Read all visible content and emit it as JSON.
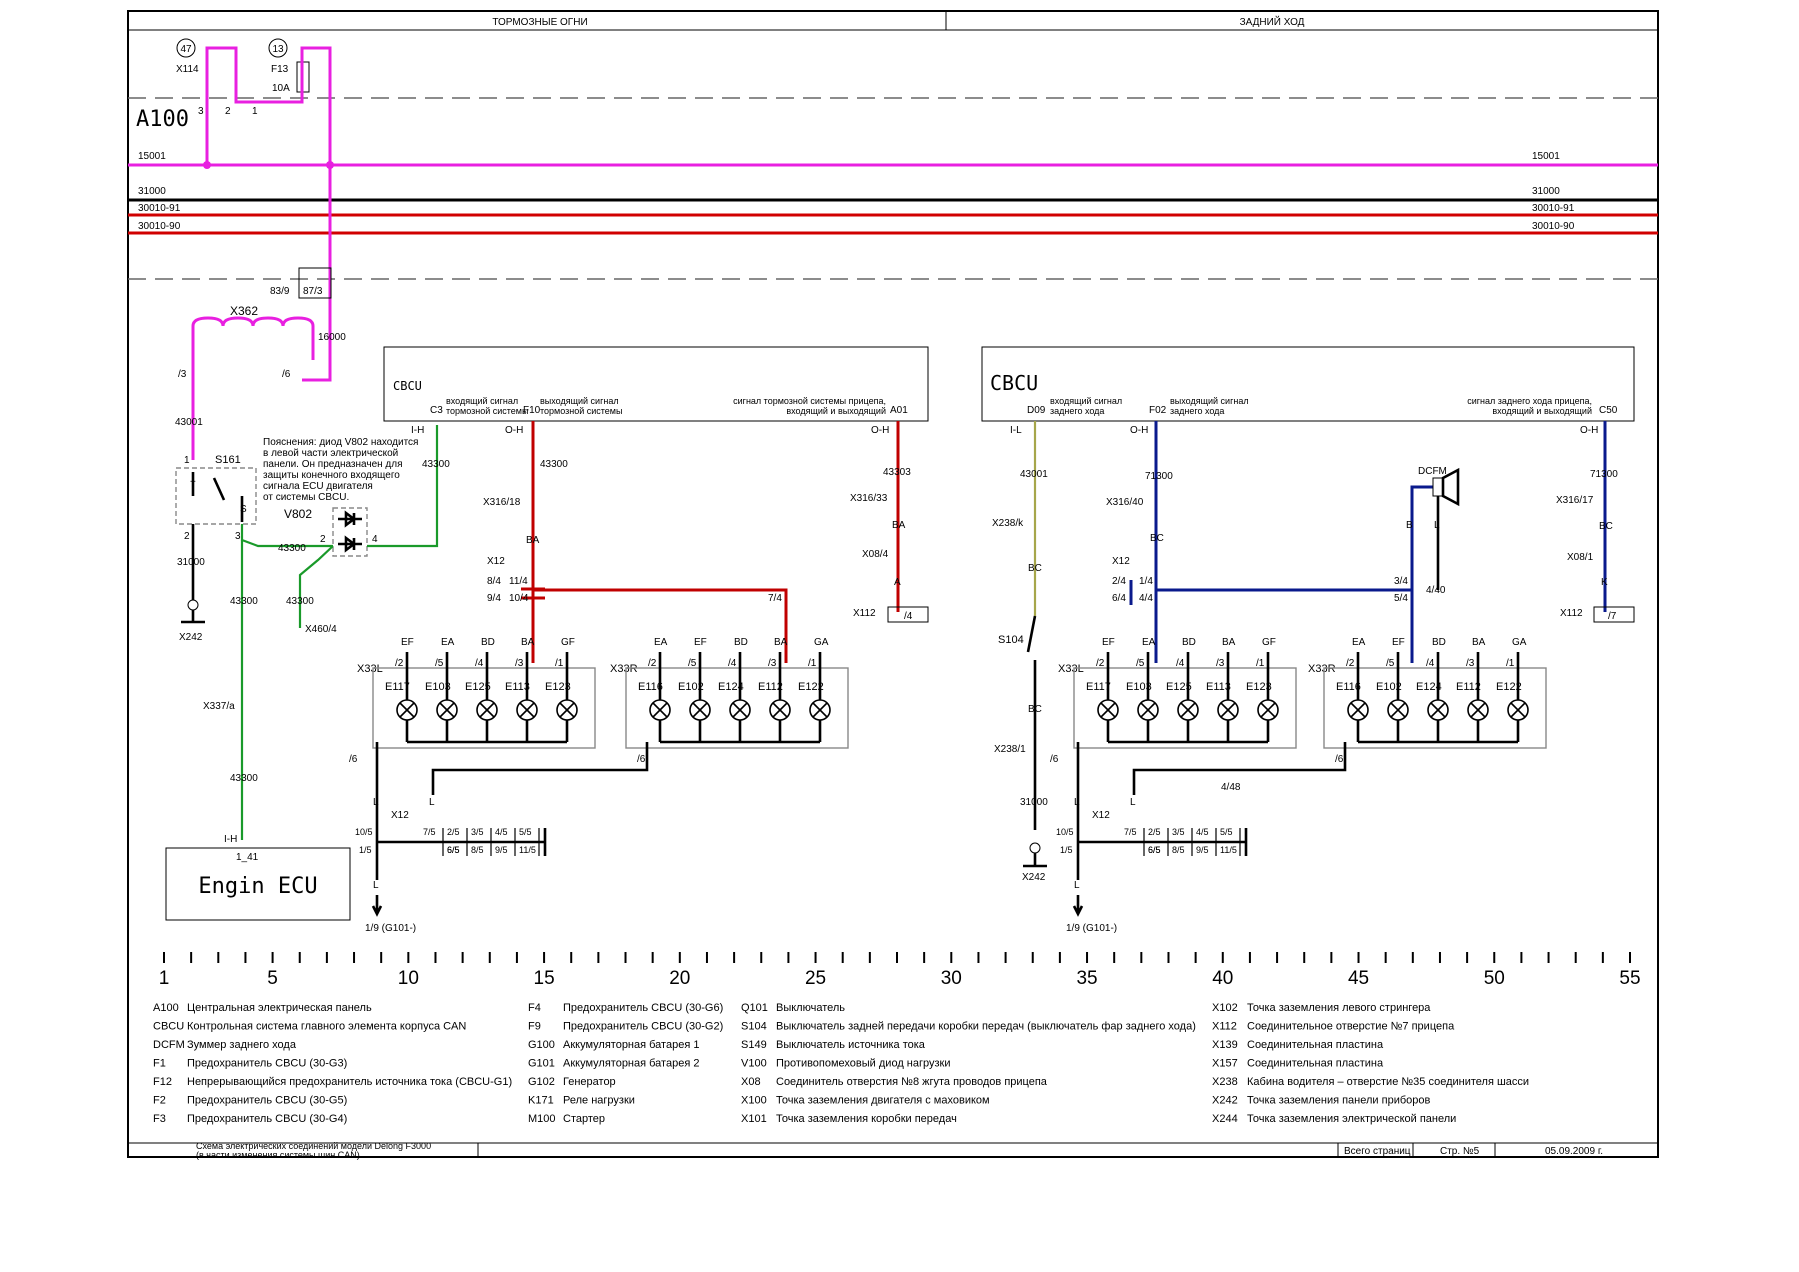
{
  "header": {
    "left_title": "ТОРМОЗНЫЕ ОГНИ",
    "right_title": "ЗАДНИЙ ХОД"
  },
  "top": {
    "x114_num": "47",
    "x114": "X114",
    "f13_num": "13",
    "f13": "F13",
    "f13_rating": "10A",
    "pins": [
      "3",
      "2",
      "1"
    ],
    "a100": "A100",
    "rails": [
      "15001",
      "31000",
      "30010-91",
      "30010-90"
    ],
    "relay_pins": [
      "83/9",
      "87/3"
    ],
    "w16000": "16000",
    "x362": "X362",
    "p3": "/3",
    "p6": "/6"
  },
  "left_side": {
    "w43001": "43001",
    "s161": "S161",
    "pin1": "1",
    "pin2": "2",
    "pin3": "3",
    "plus": "+",
    "s": "S",
    "w31000": "31000",
    "x242": "X242",
    "note": [
      "Пояснения: диод V802 находится",
      "в левой части электрической",
      "панели. Он предназначен для",
      "защиты конечного входящего",
      "сигнала ECU двигателя",
      "от системы CBCU."
    ],
    "v802": "V802",
    "d2": "2",
    "d4": "4",
    "w43300": "43300",
    "x460": "X460/4",
    "x337": "X337/a",
    "ih": "I-H",
    "pin_141": "1_41",
    "engine_ecu": "Engin ECU"
  },
  "cbcu_left": {
    "title": "CBCU",
    "c3": "C3",
    "c3_desc": [
      "входящий сигнал",
      "тормозной системы"
    ],
    "f10": "F10",
    "f10_desc": [
      "выходящий сигнал",
      "тормозной системы"
    ],
    "a01": "A01",
    "a01_desc": [
      "сигнал тормозной системы прицепа,",
      "входящий и выходящий"
    ],
    "ih": "I-H",
    "oh": "O-H",
    "oh2": "O-H",
    "w43300": "43300",
    "x316_18": "X316/18",
    "ba": "BA",
    "x12": "X12",
    "p84": "8/4",
    "p94": "9/4",
    "p114": "11/4",
    "p104": "10/4",
    "p74": "7/4",
    "w43303": "43303",
    "x316_33": "X316/33",
    "ba2": "BA",
    "x08_4": "X08/4",
    "a": "A",
    "x112": "X112",
    "p_4": "/4"
  },
  "cbcu_right": {
    "title": "CBCU",
    "d09": "D09",
    "d09_desc": [
      "входящий сигнал",
      "заднего хода"
    ],
    "f02": "F02",
    "f02_desc": [
      "выходящий сигнал",
      "заднего хода"
    ],
    "c50": "C50",
    "c50_desc": [
      "сигнал заднего хода прицепа,",
      "входящий и выходящий"
    ],
    "il": "I-L",
    "oh": "O-H",
    "oh2": "O-H",
    "w43001": "43001",
    "x238k": "X238/k",
    "bc": "BC",
    "s104": "S104",
    "x238_1": "X238/1",
    "w31000": "31000",
    "x242": "X242",
    "w71300": "71300",
    "x316_40": "X316/40",
    "bc2": "BC",
    "x12": "X12",
    "p24": "2/4",
    "p64": "6/4",
    "p14": "1/4",
    "p44": "4/4",
    "p34": "3/4",
    "p54": "5/4",
    "dcfm": "DCFM",
    "b": "B",
    "l": "L",
    "p440": "4/40",
    "w71300b": "71300",
    "x316_17": "X316/17",
    "bc3": "BC",
    "x08_1": "X08/1",
    "k": "K",
    "x112": "X112",
    "p_7": "/7"
  },
  "lamps": {
    "x33l": "X33L",
    "x33r": "X33R",
    "left_codes": [
      "EF",
      "EA",
      "BD",
      "BA",
      "GF"
    ],
    "left_pins": [
      "/2",
      "/5",
      "/4",
      "/3",
      "/1"
    ],
    "left_names": [
      "E117",
      "E103",
      "E125",
      "E113",
      "E123"
    ],
    "right_codes": [
      "EA",
      "EF",
      "BD",
      "BA",
      "GA"
    ],
    "right_pins": [
      "/2",
      "/5",
      "/4",
      "/3",
      "/1"
    ],
    "right_names": [
      "E116",
      "E102",
      "E124",
      "E112",
      "E122"
    ],
    "p6": "/6"
  },
  "ground": {
    "l": "L",
    "x12": "X12",
    "pins_top": [
      "10/5",
      "7/5",
      "2/5",
      "3/5",
      "4/5",
      "5/5"
    ],
    "pins_bot": [
      "1/5",
      "6/5",
      "8/5",
      "9/5",
      "11/5"
    ],
    "dest": "1/9 (G101-)",
    "p448": "4/48"
  },
  "scale": [
    "1",
    "5",
    "10",
    "15",
    "20",
    "25",
    "30",
    "35",
    "40",
    "45",
    "50",
    "55"
  ],
  "legend": {
    "col1": [
      [
        "A100",
        "Центральная электрическая панель"
      ],
      [
        "CBCU",
        "Контрольная система главного элемента корпуса CAN"
      ],
      [
        "DCFM",
        "Зуммер заднего хода"
      ],
      [
        "F1",
        "Предохранитель CBCU (30-G3)"
      ],
      [
        "F12",
        "Непрерывающийся предохранитель источника тока (CBCU-G1)"
      ],
      [
        "F2",
        "Предохранитель CBCU (30-G5)"
      ],
      [
        "F3",
        "Предохранитель CBCU (30-G4)"
      ]
    ],
    "col2": [
      [
        "F4",
        "Предохранитель CBCU (30-G6)"
      ],
      [
        "F9",
        "Предохранитель CBCU (30-G2)"
      ],
      [
        "G100",
        "Аккумуляторная батарея 1"
      ],
      [
        "G101",
        "Аккумуляторная батарея 2"
      ],
      [
        "G102",
        "Генератор"
      ],
      [
        "K171",
        "Реле нагрузки"
      ],
      [
        "M100",
        "Стартер"
      ]
    ],
    "col3": [
      [
        "Q101",
        "Выключатель"
      ],
      [
        "S104",
        "Выключатель задней передачи коробки передач (выключатель фар заднего хода)"
      ],
      [
        "S149",
        "Выключатель источника тока"
      ],
      [
        "V100",
        "Противопомеховый диод нагрузки"
      ],
      [
        "X08",
        "Соединитель отверстия №8 жгута проводов прицепа"
      ],
      [
        "X100",
        "Точка заземления двигателя с маховиком"
      ],
      [
        "X101",
        "Точка заземления коробки передач"
      ]
    ],
    "col4": [
      [
        "X102",
        "Точка заземления левого стрингера"
      ],
      [
        "X112",
        "Соединительное отверстие №7 прицепа"
      ],
      [
        "X139",
        "Соединительная пластина"
      ],
      [
        "X157",
        "Соединительная пластина"
      ],
      [
        "X238",
        "Кабина водителя – отверстие №35 соединителя шасси"
      ],
      [
        "X242",
        "Точка заземления панели приборов"
      ],
      [
        "X244",
        "Точка заземления электрической панели"
      ]
    ]
  },
  "footer": {
    "doc_title": [
      "Схема электрических соединений модели Delong F3000",
      "(в части изменения системы шин CAN)"
    ],
    "total_pages": "Всего страниц",
    "page": "Стр. №5",
    "date": "05.09.2009 г."
  },
  "colors": {
    "pink": "#e820e0",
    "red": "#c00000",
    "blue": "#0a1a8c",
    "green": "#1a9a2a",
    "olive": "#a6a64a"
  }
}
